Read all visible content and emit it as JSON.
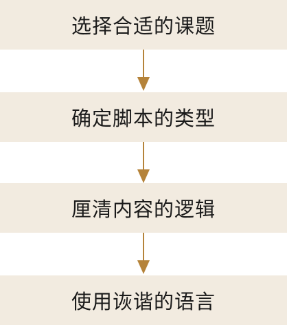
{
  "flowchart": {
    "steps": [
      {
        "label": "选择合适的课题"
      },
      {
        "label": "确定脚本的类型"
      },
      {
        "label": "厘清内容的逻辑"
      },
      {
        "label": "使用诙谐的语言"
      }
    ],
    "colors": {
      "box_fill": "#f2ebe0",
      "arrow": "#b5833a",
      "text": "#1a1a1a"
    }
  }
}
